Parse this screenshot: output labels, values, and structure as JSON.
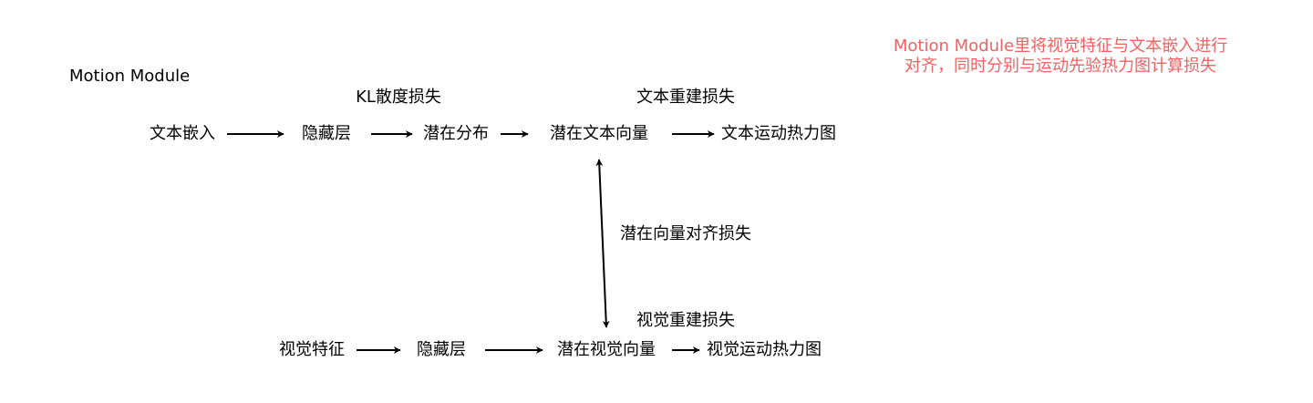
{
  "diagram": {
    "title": "Motion Module",
    "note": {
      "line1": "Motion Module里将视觉特征与文本嵌入进行",
      "line2": "对齐，同时分别与运动先验热力图计算损失",
      "color": "#f06262"
    },
    "text_branch": {
      "input": "文本嵌入",
      "hidden": "隐藏层",
      "latent_dist": "潜在分布",
      "latent_vec": "潜在文本向量",
      "heatmap": "文本运动热力图",
      "kl_loss": "KL散度损失",
      "recon_loss": "文本重建损失"
    },
    "visual_branch": {
      "input": "视觉特征",
      "hidden": "隐藏层",
      "latent_vec": "潜在视觉向量",
      "heatmap": "视觉运动热力图",
      "recon_loss": "视觉重建损失"
    },
    "align_loss": "潜在向量对齐损失",
    "edge_color": "#000000"
  }
}
